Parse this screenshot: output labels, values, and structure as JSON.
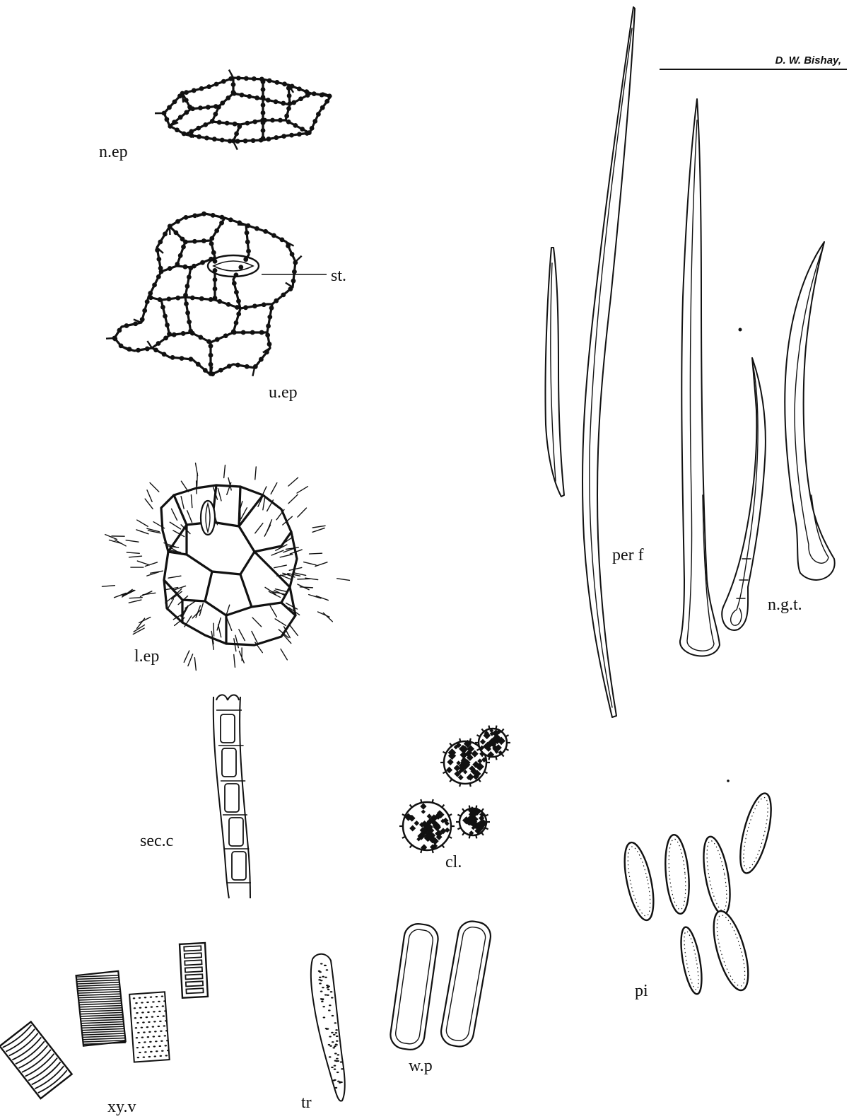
{
  "author": "D. W. Bishay,",
  "labels": {
    "n_ep": "n.ep",
    "u_ep": "u.ep",
    "st": "st.",
    "l_ep": "l.ep",
    "per_f": "per f",
    "n_g_t": "n.g.t.",
    "sec_c": "sec.c",
    "cl": "cl.",
    "pi": "pi",
    "xy_v": "xy.v",
    "tr": "tr",
    "w_p": "w.p"
  }
}
